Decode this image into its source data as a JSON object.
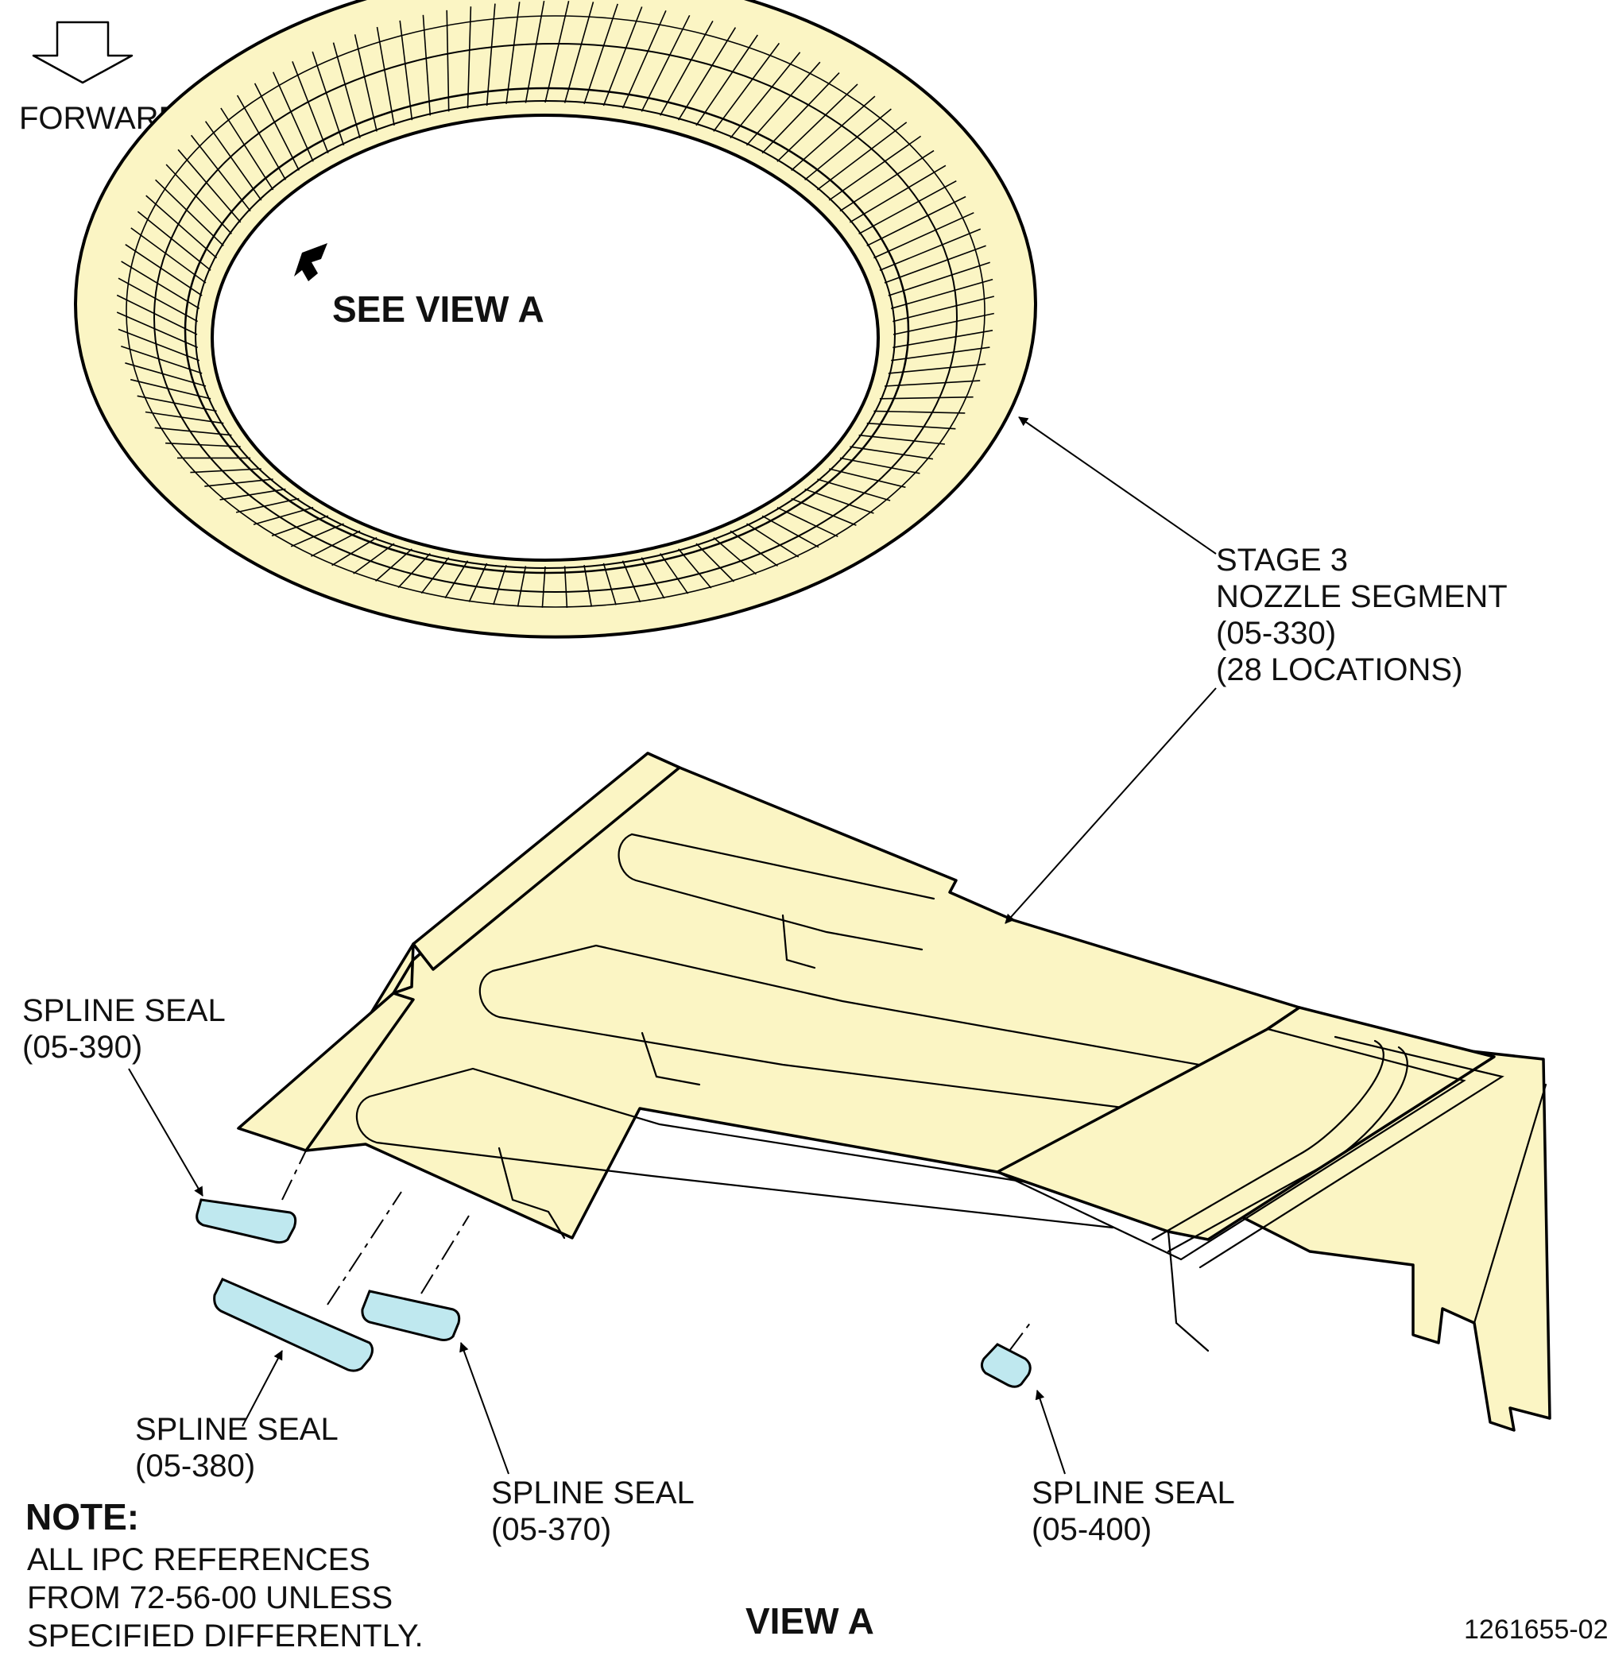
{
  "labels": {
    "forward": "FORWARD",
    "see_view": "SEE VIEW A",
    "nozzle": {
      "line1": "STAGE 3",
      "line2": "NOZZLE SEGMENT",
      "line3": "(05-330)",
      "line4": "(28 LOCATIONS)"
    },
    "seal_390": {
      "line1": "SPLINE SEAL",
      "line2": "(05-390)"
    },
    "seal_380": {
      "line1": "SPLINE SEAL",
      "line2": "(05-380)"
    },
    "seal_370": {
      "line1": "SPLINE SEAL",
      "line2": "(05-370)"
    },
    "seal_400": {
      "line1": "SPLINE SEAL",
      "line2": "(05-400)"
    },
    "note": {
      "title": "NOTE:",
      "line1": "ALL IPC REFERENCES",
      "line2": "FROM 72-56-00 UNLESS",
      "line3": "SPECIFIED DIFFERENTLY."
    },
    "view_title": "VIEW A",
    "figure_number": "1261655-02"
  },
  "colors": {
    "part_fill": "#FBF5C4",
    "seal_fill": "#BFE8EF",
    "outline": "#000000"
  },
  "icons": {
    "forward_arrow": "hollow-down-arrow-icon",
    "view_arrow": "solid-pointer-arrow-icon"
  }
}
